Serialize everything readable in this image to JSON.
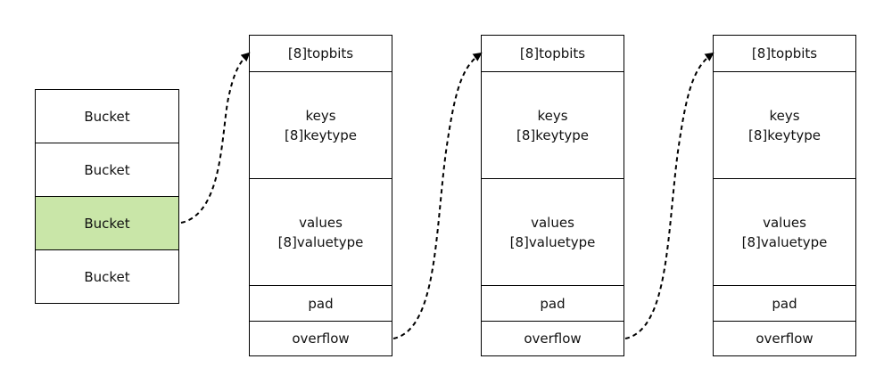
{
  "bucket_array": {
    "items": [
      {
        "label": "Bucket",
        "highlighted": false
      },
      {
        "label": "Bucket",
        "highlighted": false
      },
      {
        "label": "Bucket",
        "highlighted": true
      },
      {
        "label": "Bucket",
        "highlighted": false
      }
    ],
    "highlight_color": "#c9e6a8"
  },
  "bucket_structs": [
    {
      "topbits": "[8]topbits",
      "keys": {
        "line1": "keys",
        "line2": "[8]keytype"
      },
      "values": {
        "line1": "values",
        "line2": "[8]valuetype"
      },
      "pad": "pad",
      "overflow": "overflow"
    },
    {
      "topbits": "[8]topbits",
      "keys": {
        "line1": "keys",
        "line2": "[8]keytype"
      },
      "values": {
        "line1": "values",
        "line2": "[8]valuetype"
      },
      "pad": "pad",
      "overflow": "overflow"
    },
    {
      "topbits": "[8]topbits",
      "keys": {
        "line1": "keys",
        "line2": "[8]keytype"
      },
      "values": {
        "line1": "values",
        "line2": "[8]valuetype"
      },
      "pad": "pad",
      "overflow": "overflow"
    }
  ],
  "connector_style": "dashed-arrow"
}
